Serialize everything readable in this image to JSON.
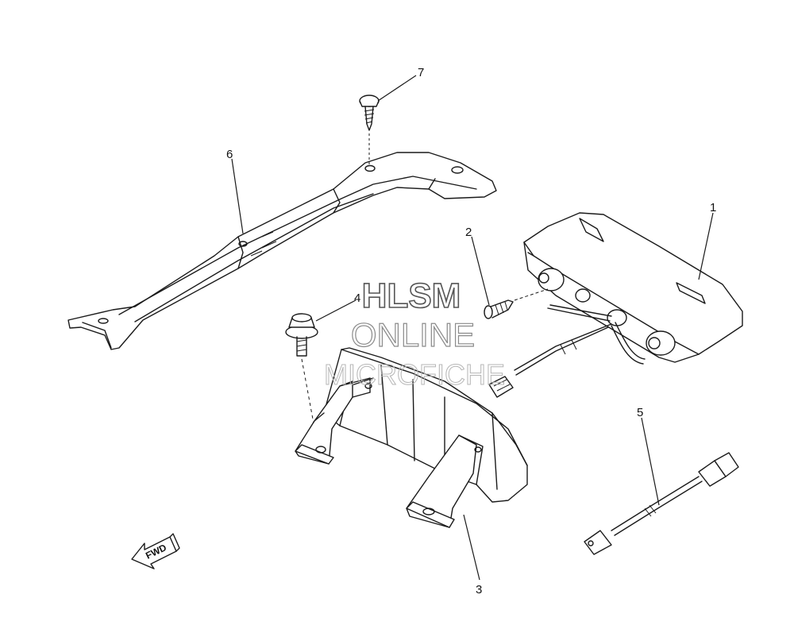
{
  "callouts": [
    {
      "id": "1",
      "label": "1"
    },
    {
      "id": "2",
      "label": "2"
    },
    {
      "id": "3",
      "label": "3"
    },
    {
      "id": "4",
      "label": "4"
    },
    {
      "id": "5",
      "label": "5"
    },
    {
      "id": "6",
      "label": "6"
    },
    {
      "id": "7",
      "label": "7"
    }
  ],
  "watermark": {
    "line1": "HLSM",
    "line2": "ONLINE",
    "line3": "MICROFICHE"
  },
  "direction_label": "FWD"
}
